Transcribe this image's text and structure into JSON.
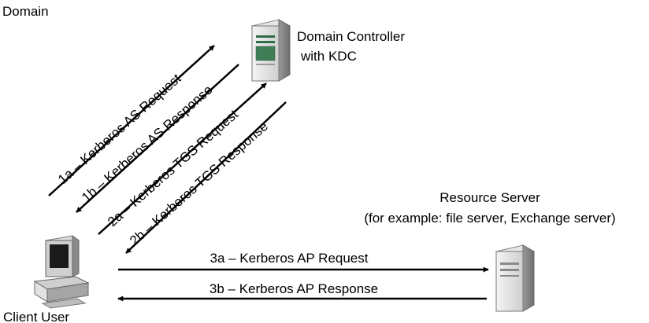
{
  "domain_label": "Domain",
  "dc": {
    "line1": "Domain Controller",
    "line2": "with KDC",
    "icon": "server-icon"
  },
  "resource": {
    "line1": "Resource Server",
    "line2": "(for example: file server, Exchange server)",
    "icon": "server-icon"
  },
  "client": {
    "label": "Client User",
    "icon": "computer-icon"
  },
  "messages": {
    "m1a": "1a – Kerberos AS Request",
    "m1b": "1b – Kerberos AS Response",
    "m2a": "2a – Kerberos TGS Request",
    "m2b": "2b – Kerberos TGS Response",
    "m3a": "3a – Kerberos AP Request",
    "m3b": "3b – Kerberos AP Response"
  }
}
